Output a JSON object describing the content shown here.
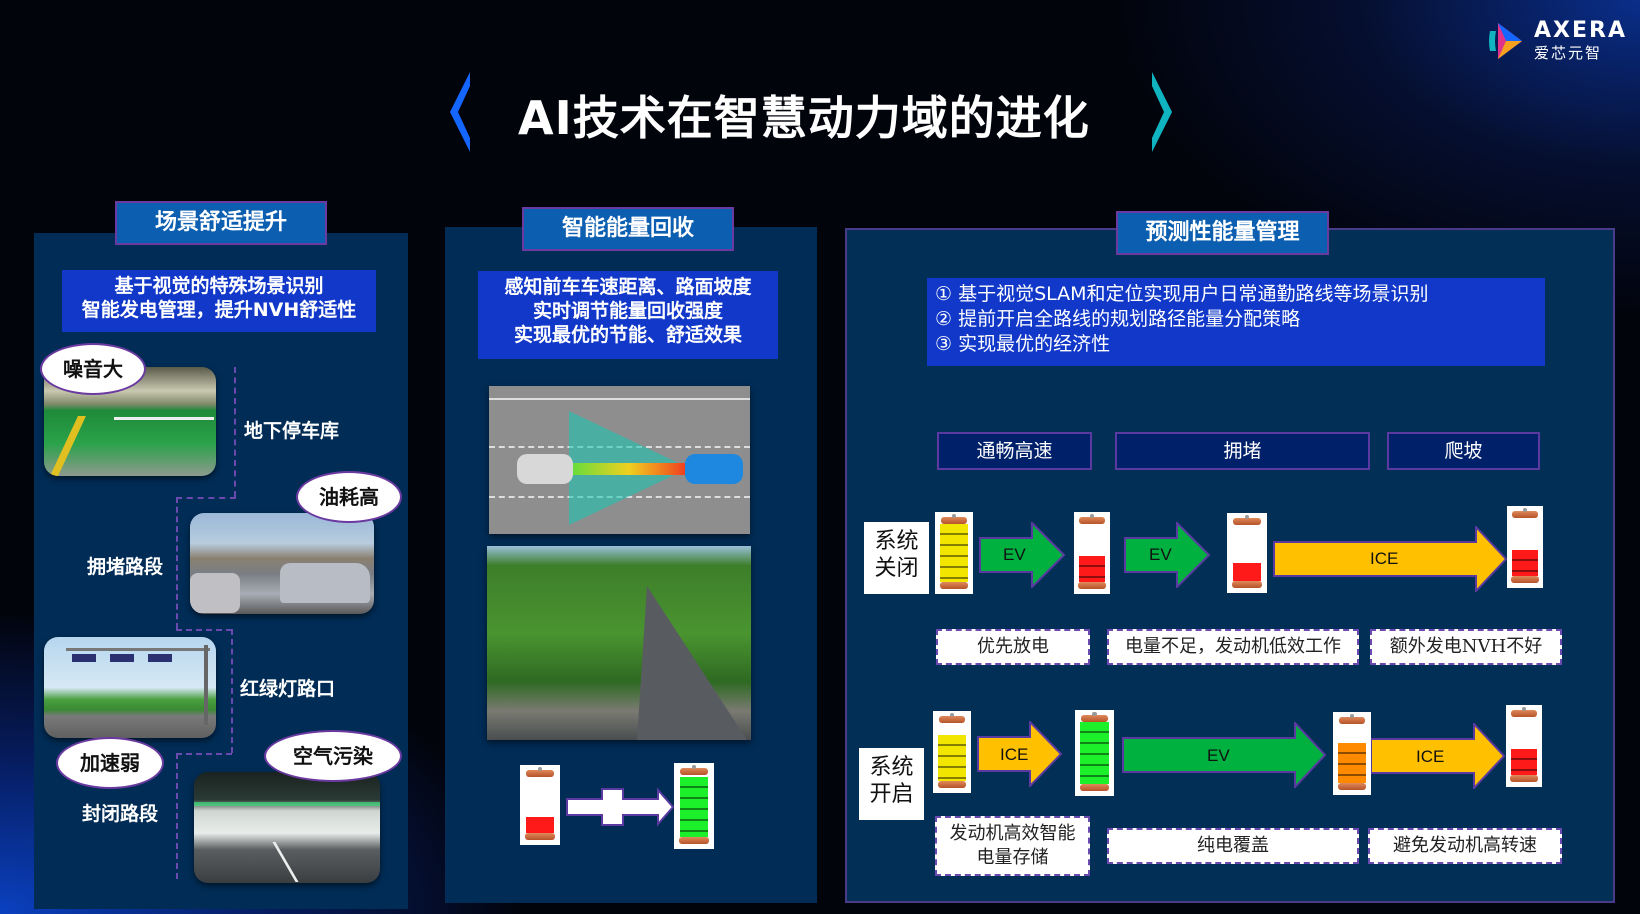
{
  "brand": {
    "logo_text": "AXERA",
    "logo_sub": "爱芯元智",
    "colors": {
      "blue": "#1565ff",
      "teal": "#10b3c0",
      "magenta": "#e0348a",
      "orange": "#f6a020"
    }
  },
  "title": "AI技术在智慧动力域的进化",
  "panels": {
    "scene_comfort": {
      "tag": "场景舒适提升",
      "description": [
        "基于视觉的特殊场景识别",
        "智能发电管理，提升NVH舒适性"
      ],
      "scenes": [
        {
          "label": "地下停车库",
          "issue": "噪音大",
          "photo": "underground-parking-photo"
        },
        {
          "label": "拥堵路段",
          "issue": "油耗高",
          "photo": "traffic-jam-photo"
        },
        {
          "label": "红绿灯路口",
          "issue": "加速弱",
          "photo": "traffic-light-photo"
        },
        {
          "label": "封闭路段",
          "issue": "空气污染",
          "photo": "tunnel-photo"
        }
      ]
    },
    "energy_recovery": {
      "tag": "智能能量回收",
      "description": [
        "感知前车车速距离、路面坡度",
        "实时调节能量回收强度",
        "实现最优的节能、舒适效果"
      ],
      "images": [
        "radar-following-car-photo",
        "downhill-road-photo"
      ],
      "battery_from": "low-red",
      "battery_to": "full-green"
    },
    "predictive": {
      "tag": "预测性能量管理",
      "points": [
        "① 基于视觉SLAM和定位实现用户日常通勤路线等场景识别",
        "② 提前开启全路线的规划路径能量分配策略",
        "③ 实现最优的经济性"
      ],
      "phases": [
        "通畅高速",
        "拥堵",
        "爬坡"
      ],
      "rows": [
        {
          "state": "系统关闭",
          "state_lines": [
            "系统",
            "关闭"
          ],
          "arrows": [
            "EV",
            "EV",
            "ICE"
          ],
          "notes": [
            "优先放电",
            "电量不足，发动机低效工作",
            "额外发电NVH不好"
          ]
        },
        {
          "state": "系统开启",
          "state_lines": [
            "系统",
            "开启"
          ],
          "arrows": [
            "ICE",
            "EV",
            "ICE"
          ],
          "notes": [
            "发动机高效智能\n电量存储",
            "纯电覆盖",
            "避免发动机高转速"
          ],
          "note0_lines": [
            "发动机高效智能",
            "电量存储"
          ]
        }
      ],
      "arrow_colors": {
        "EV": "#00b140",
        "ICE": "#ffc000"
      },
      "battery_colors": {
        "yellow": "#f2e600",
        "red": "#ff1a1a",
        "green": "#1cf02a",
        "orange": "#ff8a00"
      }
    }
  }
}
